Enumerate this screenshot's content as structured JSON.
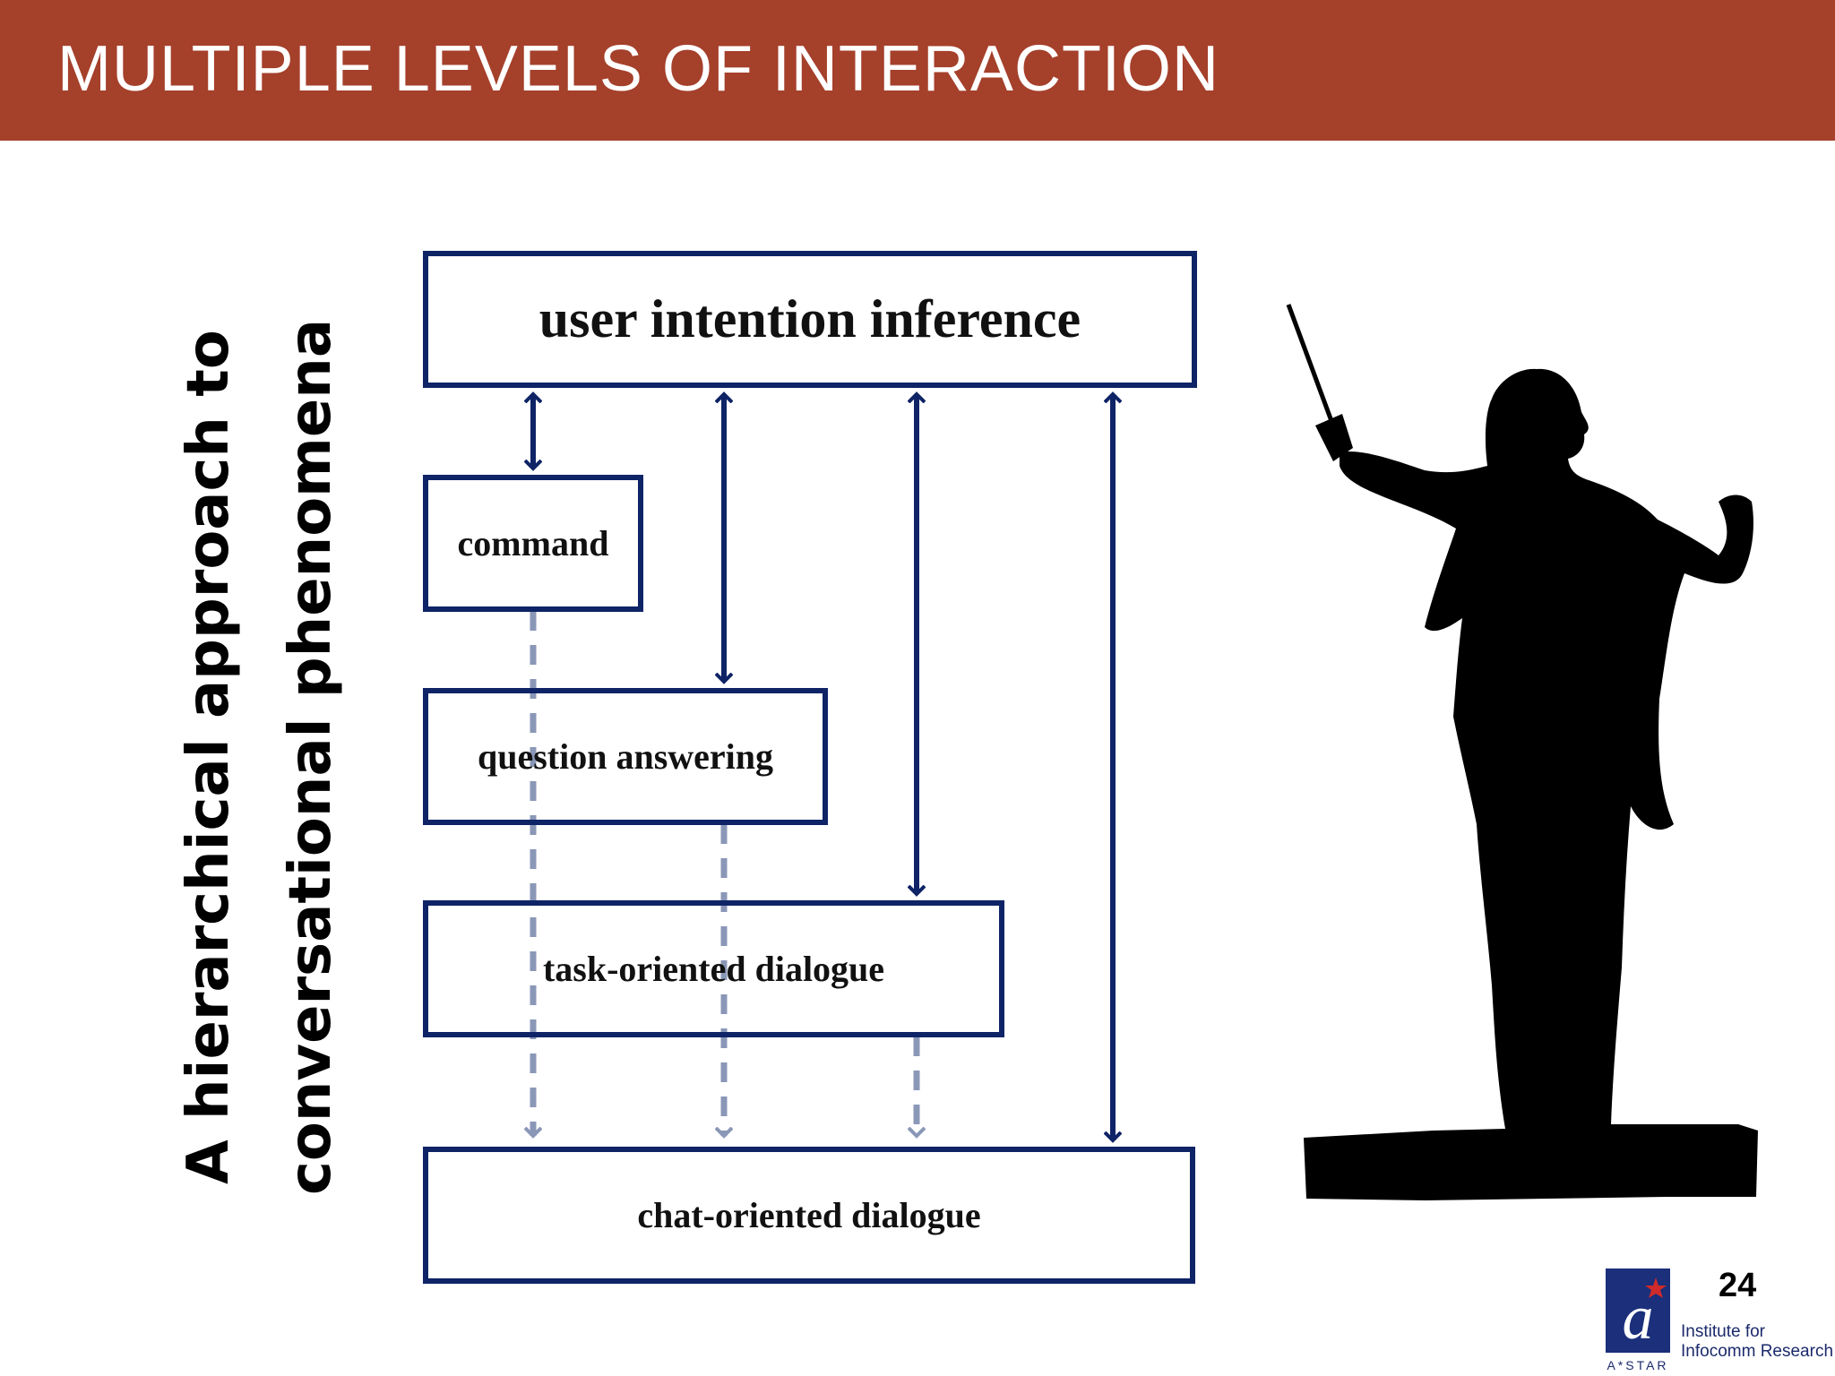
{
  "slide": {
    "title": "Multiple Levels of Interaction",
    "side_label_line1": "A hierarchical approach to",
    "side_label_line2": "conversational phenomena",
    "slide_number": "24"
  },
  "diagram": {
    "top_box": "user intention inference",
    "boxes": [
      "command",
      "question answering",
      "task-oriented dialogue"
    ],
    "bottom_box": "chat-oriented dialogue"
  },
  "logo": {
    "line1": "Institute for",
    "line2": "Infocomm Research",
    "org": "A*STAR"
  },
  "colors": {
    "title_bar": "#a5402b",
    "box_border": "#0f2466",
    "arrow_solid": "#0f2466",
    "arrow_dashed": "#8a97b7"
  }
}
